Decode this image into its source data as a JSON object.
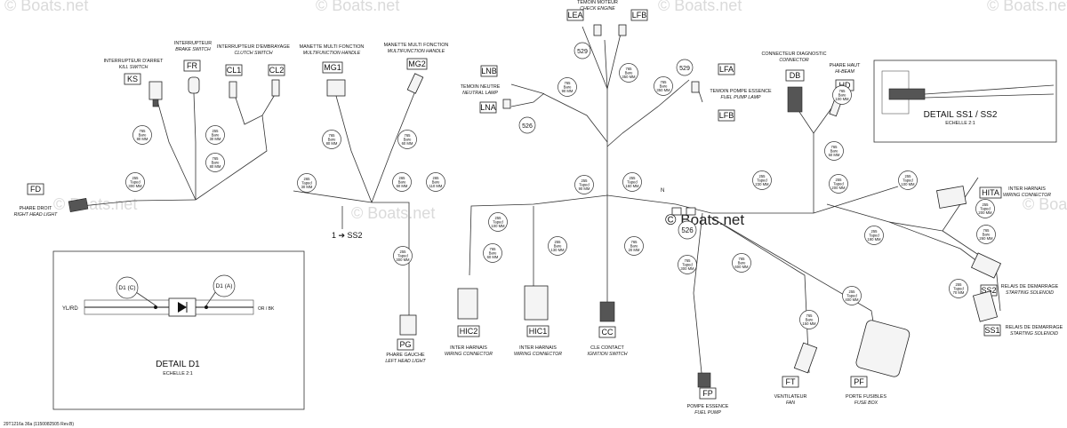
{
  "watermark": "© Boats.net",
  "watermark_center": "© Boats.net",
  "footer_code": "29T1216a 36a (1150082505 Rev.B)",
  "connectors": {
    "ks": {
      "code": "KS",
      "title": "INTERRUPTEUR D'ARRET",
      "subtitle": "KILL SWITCH"
    },
    "fr": {
      "code": "FR",
      "title": "INTERRUPTEUR",
      "subtitle": "BRAKE SWITCH"
    },
    "cl1": {
      "code": "CL1"
    },
    "cl2": {
      "code": "CL2"
    },
    "cl": {
      "title": "INTERRUPTEUR D'EMBRAYAGE",
      "subtitle": "CLUTCH SWITCH"
    },
    "mg1": {
      "code": "MG1",
      "title": "MANETTE MULTI FONCTION",
      "subtitle": "MULTIFUNCTION HANDLE"
    },
    "mg2": {
      "code": "MG2",
      "title": "MANETTE MULTI FONCTION",
      "subtitle": "MULTIFUNCTION HANDLE"
    },
    "lea": {
      "code": "LEA"
    },
    "lfb": {
      "code": "LFB"
    },
    "temoin_moteur": {
      "title": "TEMOIN MOTEUR",
      "subtitle": "CHECK ENGINE"
    },
    "lnb": {
      "code": "LNB"
    },
    "lna": {
      "code": "LNA"
    },
    "temoin_neutre": {
      "title": "TEMOIN NEUTRE",
      "subtitle": "NEUTRAL LAMP"
    },
    "lfa": {
      "code": "LFA"
    },
    "lfb2": {
      "code": "LFB"
    },
    "temoin_pompe": {
      "title": "TEMOIN POMPE ESSENCE",
      "subtitle": "FUEL PUMP LAMP"
    },
    "db": {
      "code": "DB",
      "title": "CONNECTEUR DIAGNOSTIC",
      "subtitle": "CONNECTOR"
    },
    "hd": {
      "code": "HD",
      "title": "PHARE HAUT",
      "subtitle": "HI-BEAM"
    },
    "fd": {
      "code": "FD",
      "title": "PHARE DROIT",
      "subtitle": "RIGHT HEAD LIGHT"
    },
    "pg": {
      "code": "PG",
      "title": "PHARE GAUCHE",
      "subtitle": "LEFT HEAD LIGHT"
    },
    "hic2": {
      "code": "HIC2",
      "title": "INTER HARNAIS",
      "subtitle": "WIRING CONNECTOR"
    },
    "hic1": {
      "code": "HIC1",
      "title": "INTER HARNAIS",
      "subtitle": "WIRING CONNECTOR"
    },
    "cc": {
      "code": "CC",
      "title": "CLE CONTACT",
      "subtitle": "IGNITION SWITCH"
    },
    "fp": {
      "code": "FP",
      "title": "POMPE ESSENCE",
      "subtitle": "FUEL PUMP"
    },
    "ft": {
      "code": "FT",
      "title": "VENTILATEUR",
      "subtitle": "FAN"
    },
    "pf": {
      "code": "PF",
      "title": "PORTE FUSIBLES",
      "subtitle": "FUSE BOX"
    },
    "hita": {
      "code": "HITA",
      "title": "INTER HARNAIS",
      "subtitle": "WIRING CONNECTOR"
    },
    "ss2": {
      "code": "SS2",
      "title": "RELAIS DE DEMARRAGE",
      "subtitle": "STARTING SOLENOID"
    },
    "ss1": {
      "code": "SS1",
      "title": "RELAIS DE DEMARRAGE",
      "subtitle": "STARTING SOLENOID"
    }
  },
  "callouts": {
    "c529a": "529",
    "c529b": "529",
    "c526a": "526",
    "c526b": "526",
    "ss2_ref": "1 ➔ SS2",
    "n1": "N"
  },
  "detail_ss": {
    "title": "DETAIL SS1 / SS2",
    "scale": "ECHELLE 2:1"
  },
  "detail_d1": {
    "title": "DETAIL D1",
    "scale": "ECHELLE 2:1",
    "left_wire": "YL/RD",
    "right_wire": "OR / BK",
    "d1c": "D1 (C)",
    "d1a": "D1 (A)"
  },
  "bubbles": {
    "b1": [
      "765",
      "Bare",
      "80 MM"
    ],
    "b2": [
      "255",
      "Bare",
      "30 MM"
    ],
    "b3": [
      "765",
      "Bare",
      "80 MM"
    ],
    "b4": [
      "255",
      "Taped",
      "300 MM"
    ],
    "b5": [
      "765",
      "Bare",
      "80 MM"
    ],
    "b6": [
      "765",
      "Bare",
      "60 MM"
    ],
    "b7": [
      "265",
      "Taped",
      "30 MM"
    ],
    "b8": [
      "265",
      "Bare",
      "60 MM"
    ],
    "b9": [
      "265",
      "Bare",
      "110 MM"
    ],
    "b10": [
      "255",
      "Taped",
      "300 MM"
    ],
    "b11": [
      "255",
      "Taped",
      "90 MM"
    ],
    "b12": [
      "765",
      "Bare",
      "90 MM"
    ],
    "b13": [
      "765",
      "Bare",
      "350 MM"
    ],
    "b14": [
      "765",
      "Bare",
      "350 MM"
    ],
    "b15": [
      "255",
      "Taped",
      "160 MM"
    ],
    "b16": [
      "255",
      "Taped",
      "100 MM"
    ],
    "b17": [
      "765",
      "Bare",
      "60 MM"
    ],
    "b18": [
      "255",
      "Bare",
      "130 MM"
    ],
    "b19": [
      "765",
      "Bare",
      "20 MM"
    ],
    "b20": [
      "255",
      "Taped",
      "230 MM"
    ],
    "b21": [
      "255",
      "Taped",
      "200 MM"
    ],
    "b22": [
      "765",
      "Bare",
      "50 MM"
    ],
    "b23": [
      "255",
      "Taped",
      "100 MM"
    ],
    "b24": [
      "765",
      "Taped",
      "300 MM"
    ],
    "b25": [
      "765",
      "Bare",
      "600 MM"
    ],
    "b26": [
      "255",
      "Taped",
      "400 MM"
    ],
    "b27": [
      "765",
      "Bare",
      "260 MM"
    ],
    "b28": [
      "255",
      "Taped",
      "190 MM"
    ],
    "b29": [
      "255",
      "Taped",
      "70 MM"
    ],
    "b30": [
      "765",
      "Bare",
      "150 MM"
    ],
    "b31": [
      "765",
      "Bare",
      "100 MM"
    ],
    "b32": [
      "255",
      "Taped",
      "200 MM"
    ]
  }
}
